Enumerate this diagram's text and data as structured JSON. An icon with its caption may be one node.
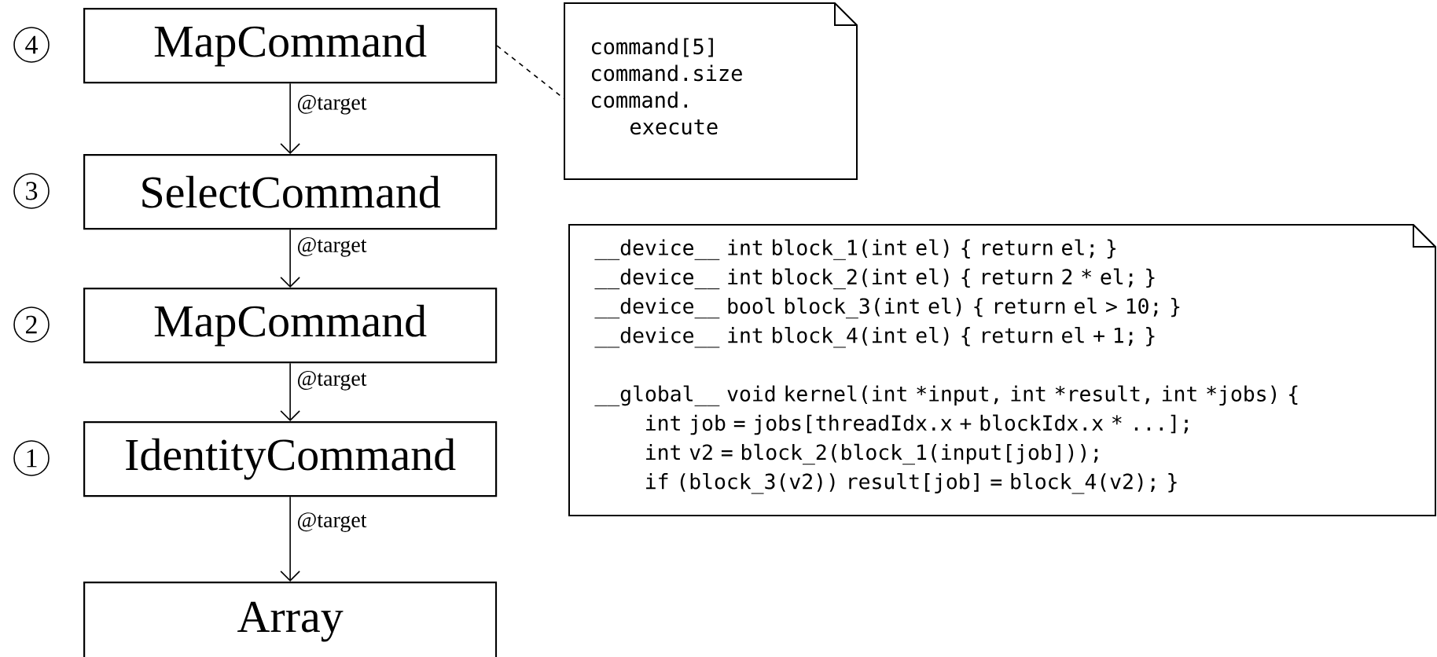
{
  "diagram": {
    "nodes": [
      {
        "text": [
          "MapCommand"
        ],
        "beside": [
          "4"
        ]
      },
      {
        "text": [
          "SelectCommand"
        ],
        "beside": [
          "3"
        ]
      },
      {
        "text": [
          "MapCommand"
        ],
        "beside": [
          "2"
        ]
      },
      {
        "text": [
          "IdentityCommand"
        ],
        "beside": [
          "1"
        ]
      },
      {
        "text": [
          "Array"
        ]
      },
      {
        "text": [
          "command[5]",
          "command.size",
          "command. execute"
        ]
      },
      {
        "text": [
          "__device__ int block_1(int el) { return el; }",
          "__device__ int block_2(int el) { return 2 * el; }",
          "__device__ bool block_3(int el) { return el > 10; }",
          "__device__ int block_4(int el) { return el + 1; }",
          "__global__ void kernel(int *input, int *result, int *jobs) {",
          "int job = jobs[threadIdx.x + blockIdx.x * ...];",
          "int v2 = block_2(block_1(input[job]));",
          "if (block_3(v2)) result[job] = block_4(v2); }"
        ]
      }
    ],
    "edges": [
      {
        "from": 0,
        "to": 1,
        "arrow": "to",
        "label": "@target"
      },
      {
        "from": 1,
        "to": 2,
        "arrow": "to",
        "label": "@target"
      },
      {
        "from": 2,
        "to": 3,
        "arrow": "to",
        "label": "@target"
      },
      {
        "from": 3,
        "to": 4,
        "arrow": "to",
        "label": "@target"
      },
      {
        "from": 0,
        "to": 5,
        "arrow": "none",
        "style": "dashed"
      }
    ]
  }
}
